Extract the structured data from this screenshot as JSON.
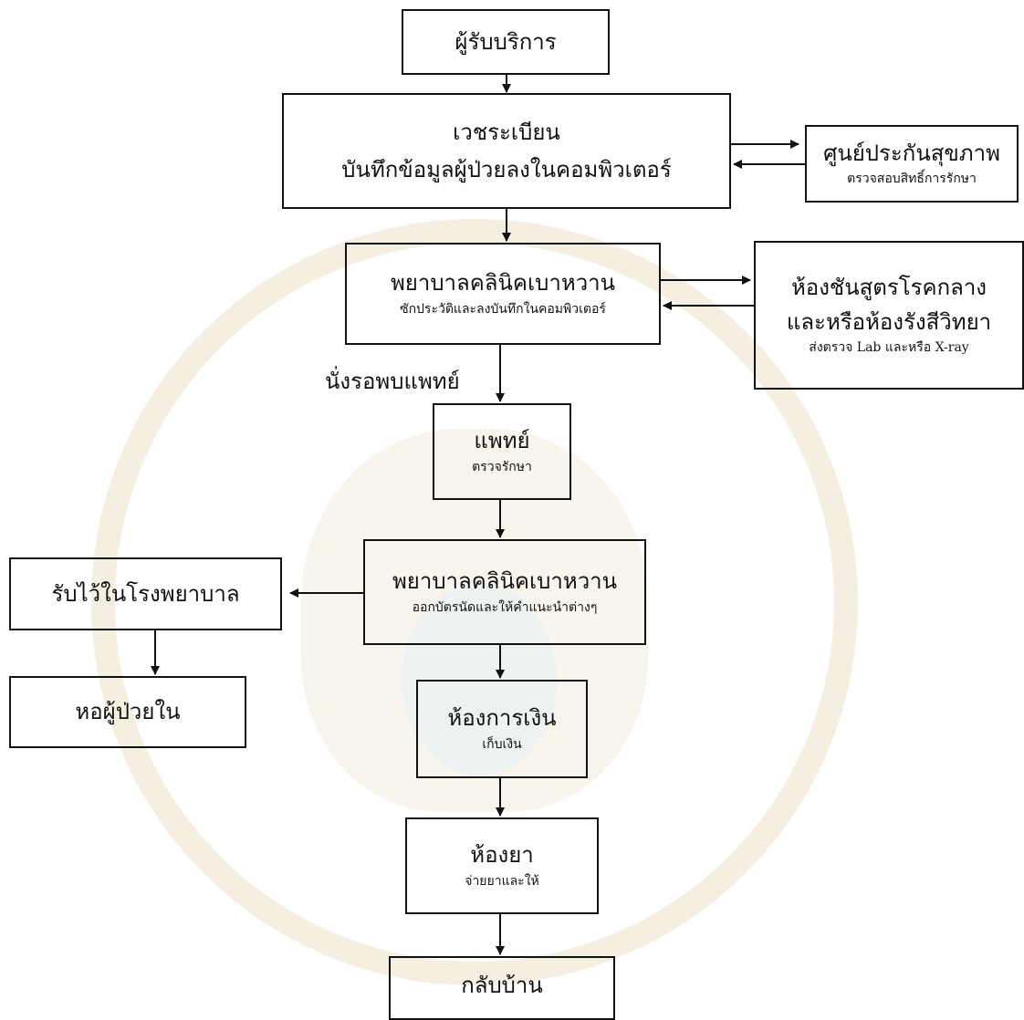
{
  "nodes": {
    "client": {
      "title": "ผู้รับบริการ"
    },
    "registry": {
      "title": "เวชระเบียน",
      "subtitle": "บันทึกข้อมูลผู้ป่วยลงในคอมพิวเตอร์"
    },
    "insurance": {
      "title": "ศูนย์ประกันสุขภาพ",
      "subtitle": "ตรวจสอบสิทธิ์การรักษา"
    },
    "nurse1": {
      "title": "พยาบาลคลินิคเบาหวาน",
      "subtitle": "ซักประวัติและลงบันทึกในคอมพิวเตอร์"
    },
    "lab": {
      "title": "ห้องชันสูตรโรคกลาง",
      "title2": "และหรือห้องรังสีวิทยา",
      "subtitle": "ส่งตรวจ Lab และหรือ X-ray"
    },
    "doctor": {
      "title": "แพทย์",
      "subtitle": "ตรวจรักษา"
    },
    "nurse2": {
      "title": "พยาบาลคลินิคเบาหวาน",
      "subtitle": "ออกบัตรนัดและให้คำแนะนำต่างๆ"
    },
    "admit": {
      "title": "รับไว้ในโรงพยาบาล"
    },
    "ward": {
      "title": "หอผู้ป่วยใน"
    },
    "cashier": {
      "title": "ห้องการเงิน",
      "subtitle": "เก็บเงิน"
    },
    "pharmacy": {
      "title": "ห้องยา",
      "subtitle": "จ่ายยาและให้"
    },
    "home": {
      "title": "กลับบ้าน"
    }
  },
  "labels": {
    "wait_doctor": "นั่งรอพบแพทย์"
  }
}
